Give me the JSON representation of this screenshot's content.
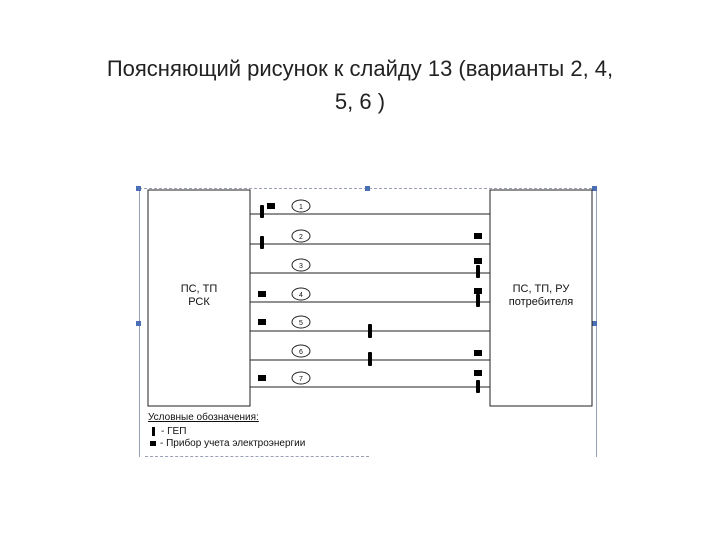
{
  "title": {
    "line1": "Поясняющий рисунок  к слайду 13 (варианты 2, 4,",
    "line2": "5, 6 )"
  },
  "diagram": {
    "left_box_label": [
      "ПС, ТП",
      "РСК"
    ],
    "right_box_label": [
      "ПС, ТП, РУ",
      "потребителя"
    ],
    "lines": [
      {
        "number": "1"
      },
      {
        "number": "2"
      },
      {
        "number": "3"
      },
      {
        "number": "4"
      },
      {
        "number": "5"
      },
      {
        "number": "6"
      },
      {
        "number": "7"
      }
    ],
    "legend": {
      "title": "Условные обозначения:",
      "tep": "- ГЕП",
      "meter": "- Прибор учета электроэнергии"
    }
  },
  "colors": {
    "line": "#222222",
    "selection": "#4a6fb5",
    "frame": "#9aa0b8"
  }
}
